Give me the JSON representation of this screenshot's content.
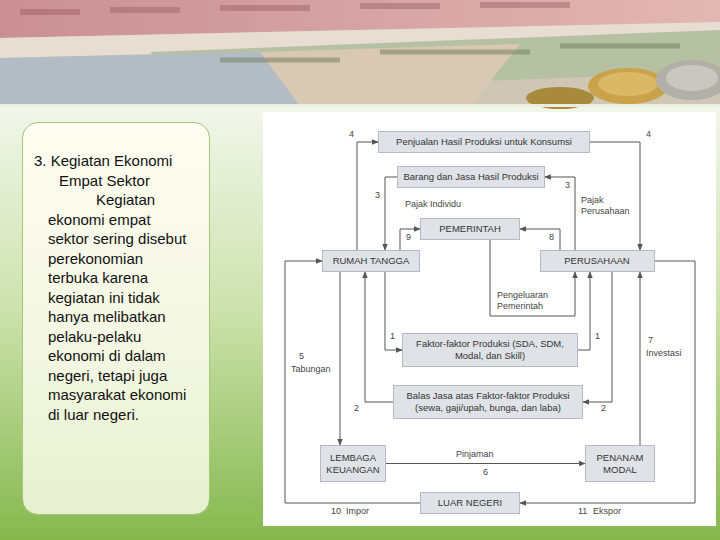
{
  "diagram": {
    "nodes": [
      {
        "text": [
          "3. Kegiatan Ekonomi Empat Sektor",
          "Kegiatan ekonomi empat sektor sering disebut perekonomian terbuka karena kegiatan ini tidak hanya melibatkan pelaku-pelaku ekonomi di dalam negeri, tetapi juga masyarakat ekonomi di luar negeri."
        ]
      },
      {
        "text": [
          "Penjualan Hasil Produksi untuk Konsumsi"
        ]
      },
      {
        "text": [
          "Barang dan Jasa Hasil Produksi"
        ]
      },
      {
        "text": [
          "PEMERINTAH"
        ]
      },
      {
        "text": [
          "RUMAH TANGGA"
        ]
      },
      {
        "text": [
          "PERUSAHAAN"
        ]
      },
      {
        "text": [
          "Faktor-faktor Produksi (SDA, SDM, Modal, dan Skill)"
        ]
      },
      {
        "text": [
          "Balas Jasa atas Faktor-faktor Produksi (sewa, gaji/upah, bunga, dan laba)"
        ]
      },
      {
        "text": [
          "LEMBAGA KEUANGAN"
        ]
      },
      {
        "text": [
          "PENANAM MODAL"
        ]
      },
      {
        "text": [
          "LUAR NEGERI"
        ]
      }
    ],
    "edges": [
      {
        "from": 4,
        "to": 1,
        "arrow": "to"
      },
      {
        "from": 1,
        "to": 5,
        "arrow": "to"
      },
      {
        "from": 5,
        "to": 2,
        "arrow": "to"
      },
      {
        "from": 2,
        "to": 4,
        "arrow": "to"
      },
      {
        "from": 4,
        "to": 3,
        "label": "Pajak Individu",
        "arrow": "to"
      },
      {
        "from": 5,
        "to": 3,
        "label": "Pajak Perusahaan",
        "arrow": "to"
      },
      {
        "from": 3,
        "to": 5,
        "label": "Pengeluaran Pemerintah",
        "arrow": "to"
      },
      {
        "from": 4,
        "to": 6,
        "arrow": "to"
      },
      {
        "from": 6,
        "to": 5,
        "arrow": "to"
      },
      {
        "from": 5,
        "to": 7,
        "arrow": "to"
      },
      {
        "from": 7,
        "to": 4,
        "arrow": "to"
      },
      {
        "from": 4,
        "to": 8,
        "label": "Tabungan",
        "arrow": "to"
      },
      {
        "from": 8,
        "to": 9,
        "label": "Pinjaman",
        "arrow": "to"
      },
      {
        "from": 9,
        "to": 5,
        "label": "Investasi",
        "arrow": "to"
      },
      {
        "from": 10,
        "to": 4,
        "label": "Impor",
        "arrow": "to"
      },
      {
        "from": 5,
        "to": 10,
        "label": "Ekspor",
        "arrow": "to"
      }
    ],
    "labels": [
      "4",
      "4",
      "3",
      "3",
      "9",
      "8",
      "1",
      "1",
      "5",
      "7",
      "2",
      "2",
      "6",
      "10",
      "11"
    ]
  }
}
